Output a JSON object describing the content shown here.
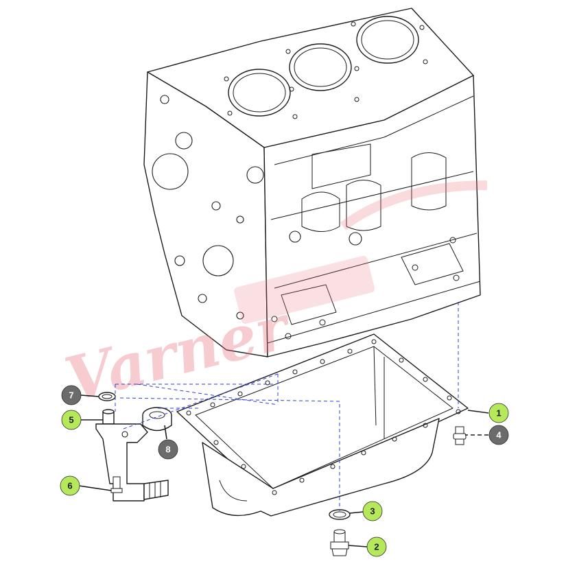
{
  "diagram": {
    "colors": {
      "callout_primary": "#b5e85a",
      "callout_secondary": "#6b6b6b",
      "alignment_lines": "#2b3fd1",
      "outline": "#1a1a1a",
      "watermark": "#e8707a"
    },
    "watermark": {
      "text": "Varner",
      "kind": "logo watermark"
    },
    "callouts": [
      {
        "number": "1",
        "style": "primary"
      },
      {
        "number": "2",
        "style": "primary"
      },
      {
        "number": "3",
        "style": "primary"
      },
      {
        "number": "4",
        "style": "secondary"
      },
      {
        "number": "5",
        "style": "primary"
      },
      {
        "number": "6",
        "style": "primary"
      },
      {
        "number": "7",
        "style": "secondary"
      },
      {
        "number": "8",
        "style": "secondary"
      }
    ]
  }
}
